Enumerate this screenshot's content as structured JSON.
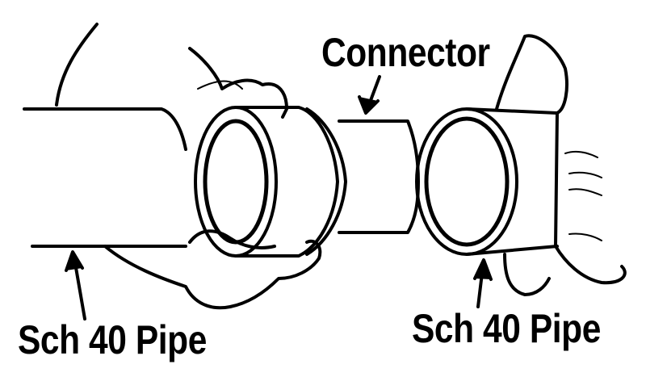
{
  "labels": {
    "connector": "Connector",
    "left_pipe": "Sch 40 Pipe",
    "right_pipe": "Sch 40 Pipe"
  },
  "colors": {
    "ink": "#000000",
    "background": "#ffffff"
  }
}
